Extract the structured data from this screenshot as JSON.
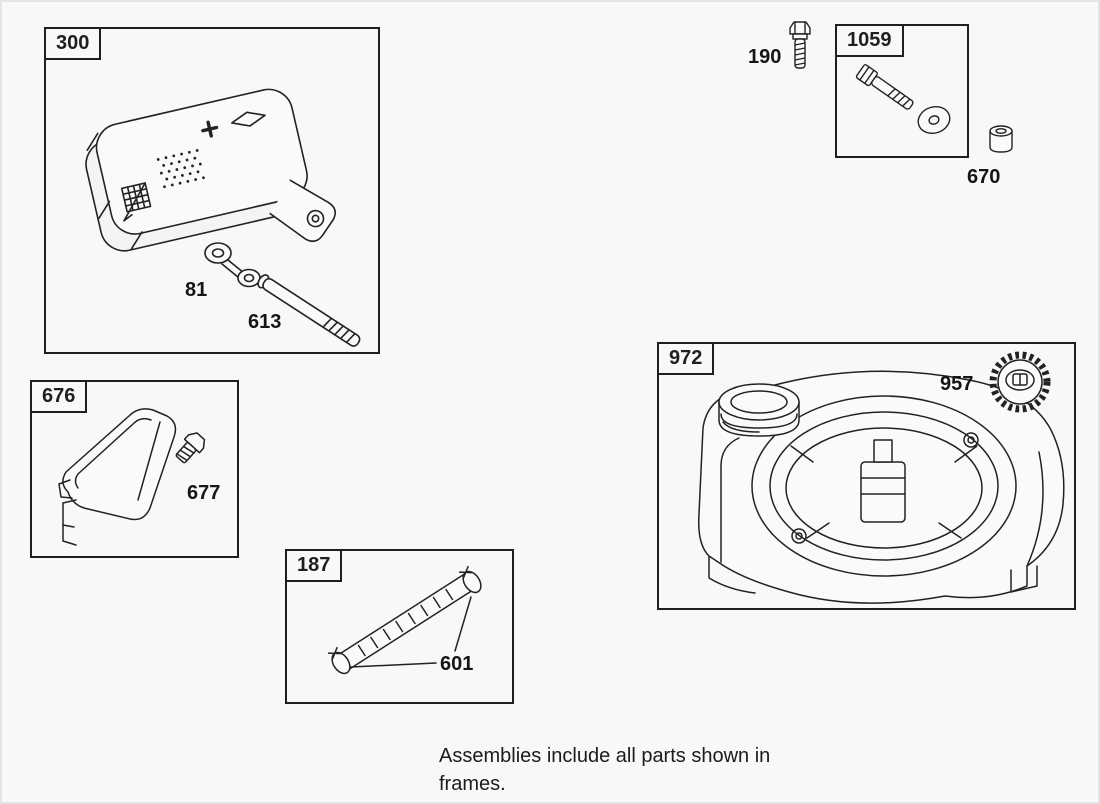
{
  "diagram": {
    "frames": {
      "muffler": {
        "label": "300"
      },
      "hardware_kit": {
        "label": "1059"
      },
      "guard": {
        "label": "676"
      },
      "fuel_tank": {
        "label": "972"
      },
      "fuel_hose": {
        "label": "187"
      }
    },
    "parts": {
      "p81": {
        "label": "81"
      },
      "p613": {
        "label": "613"
      },
      "p190": {
        "label": "190"
      },
      "p670": {
        "label": "670"
      },
      "p677": {
        "label": "677"
      },
      "p957": {
        "label": "957"
      },
      "p601": {
        "label": "601"
      }
    },
    "footer": {
      "line1": "Assemblies include all parts shown in",
      "line2": "frames."
    },
    "colors": {
      "ink": "#1f1f1f",
      "background": "#f8f8f8"
    }
  }
}
